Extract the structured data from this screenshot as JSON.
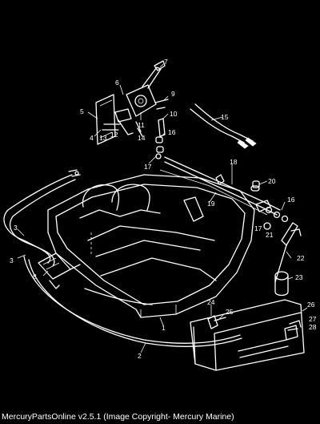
{
  "caption": "MercuryPartsOnline v2.5.1 (Image Copyright- Mercury Marine)",
  "callouts": [
    {
      "id": "c7",
      "text": "7"
    },
    {
      "id": "c6",
      "text": "6"
    },
    {
      "id": "c9",
      "text": "9"
    },
    {
      "id": "c5",
      "text": "5"
    },
    {
      "id": "c10",
      "text": "10"
    },
    {
      "id": "c11",
      "text": "11"
    },
    {
      "id": "c4",
      "text": "4"
    },
    {
      "id": "c13",
      "text": "13"
    },
    {
      "id": "c12",
      "text": "12"
    },
    {
      "id": "c14",
      "text": "14"
    },
    {
      "id": "c15",
      "text": "15"
    },
    {
      "id": "c16a",
      "text": "16"
    },
    {
      "id": "c17a",
      "text": "17"
    },
    {
      "id": "c18",
      "text": "18"
    },
    {
      "id": "c20",
      "text": "20"
    },
    {
      "id": "c19",
      "text": "19"
    },
    {
      "id": "c16b",
      "text": "16"
    },
    {
      "id": "c3a",
      "text": "3"
    },
    {
      "id": "c17b",
      "text": "17"
    },
    {
      "id": "c21",
      "text": "21"
    },
    {
      "id": "c3b",
      "text": "3"
    },
    {
      "id": "c22",
      "text": "22"
    },
    {
      "id": "c8",
      "text": "8"
    },
    {
      "id": "c23",
      "text": "23"
    },
    {
      "id": "c24",
      "text": "24"
    },
    {
      "id": "c26",
      "text": "26"
    },
    {
      "id": "c25",
      "text": "25"
    },
    {
      "id": "c27",
      "text": "27"
    },
    {
      "id": "c1",
      "text": "1"
    },
    {
      "id": "c28",
      "text": "28"
    },
    {
      "id": "c2",
      "text": "2"
    }
  ]
}
